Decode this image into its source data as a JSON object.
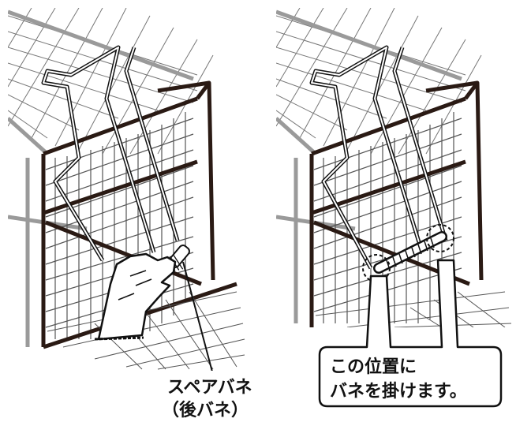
{
  "left_panel": {
    "caption_line1": "スペアバネ",
    "caption_line2": "（後バネ）"
  },
  "right_panel": {
    "callout_line1": "この位置に",
    "callout_line2": "バネを掛けます。"
  },
  "colors": {
    "ink": "#111111",
    "frame_dark": "#2a1a14",
    "frame_gray": "#9a9a9a",
    "mesh": "#555555",
    "background": "#ffffff"
  },
  "icons": [
    "hand-icon",
    "spring-icon",
    "cage-icon"
  ]
}
